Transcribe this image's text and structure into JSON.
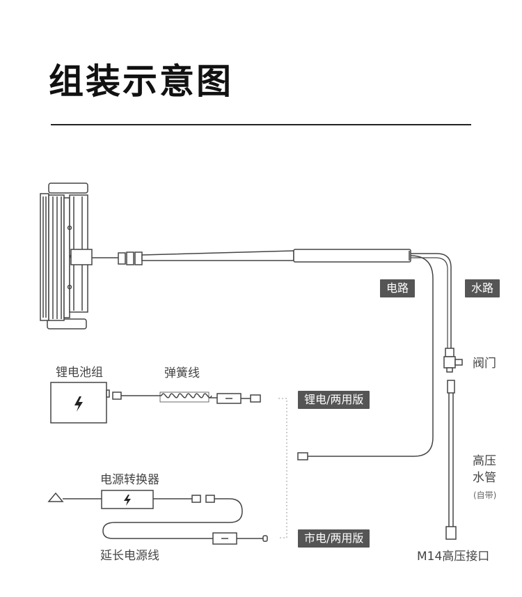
{
  "title": "组装示意图",
  "tags": {
    "circuit": "电路",
    "waterway": "水路",
    "lithium_dual": "锂电/两用版",
    "mains_dual": "市电/两用版"
  },
  "labels": {
    "battery_pack": "锂电池组",
    "coil_cable": "弹簧线",
    "valve": "阀门",
    "hose_line1": "高压",
    "hose_line2": "水管",
    "hose_note": "(自带)",
    "power_adapter": "电源转换器",
    "extension_cable": "延长电源线",
    "m14_interface": "M14高压接口"
  },
  "icons": {
    "battery_bolt": "lightning-bolt-icon",
    "adapter_bolt": "lightning-bolt-icon"
  }
}
